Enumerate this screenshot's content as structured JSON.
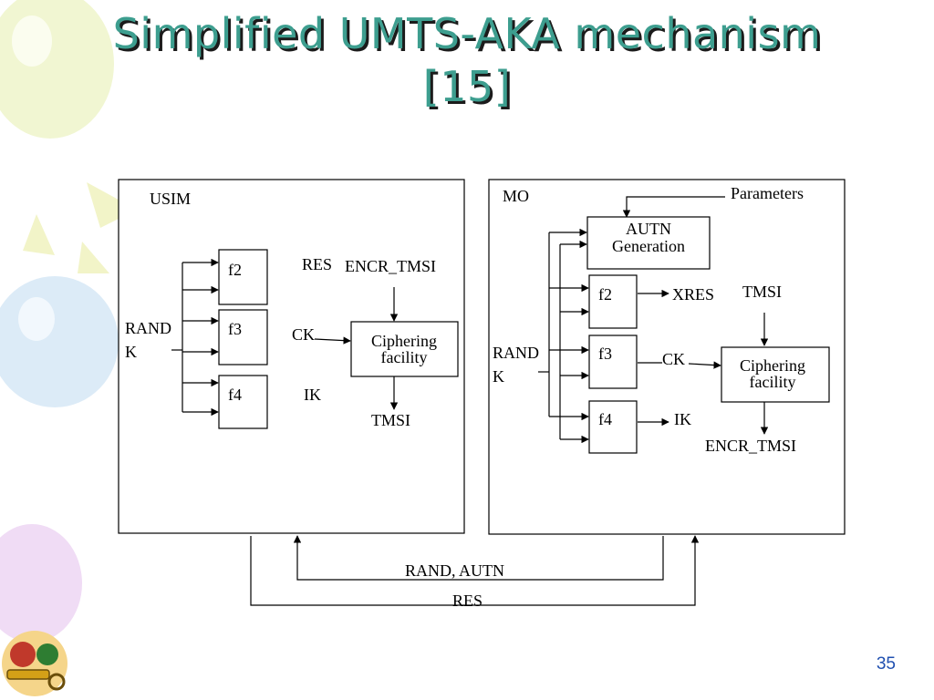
{
  "slide": {
    "title_line1": "Simplified UMTS-AKA mechanism",
    "title_line2": "[15]",
    "number": "35"
  },
  "usim": {
    "label": "USIM",
    "inputs_line1": "RAND",
    "inputs_line2": "K",
    "f2": "f2",
    "f3": "f3",
    "f4": "f4",
    "res": "RES",
    "ck": "CK",
    "ik": "IK",
    "encr_tmsi": "ENCR_TMSI",
    "cipher_line1": "Ciphering",
    "cipher_line2": "facility",
    "tmsi": "TMSI"
  },
  "mo": {
    "label": "MO",
    "parameters": "Parameters",
    "autn_line1": "AUTN",
    "autn_line2": "Generation",
    "inputs_line1": "RAND",
    "inputs_line2": "K",
    "f2": "f2",
    "f3": "f3",
    "f4": "f4",
    "xres": "XRES",
    "tmsi": "TMSI",
    "ck": "CK",
    "ik": "IK",
    "cipher_line1": "Ciphering",
    "cipher_line2": "facility",
    "encr_tmsi": "ENCR_TMSI"
  },
  "links": {
    "rand_autn": "RAND, AUTN",
    "res": "RES"
  },
  "colors": {
    "title": "#3d9e8f",
    "slide_number": "#1f4fb0"
  },
  "decorations": [
    "balloon-yellow",
    "balloon-blue",
    "balloon-purple",
    "sun-rays",
    "key-logo"
  ]
}
